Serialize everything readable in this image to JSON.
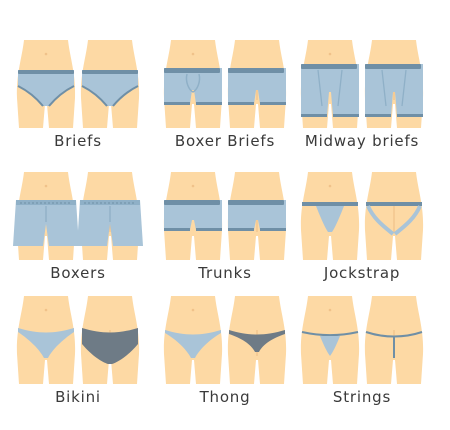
{
  "colors": {
    "skin": "#fdd9a4",
    "skin_shade": "#f0c28a",
    "fabric": "#a9c4d8",
    "fabric_dark": "#6f8fa6",
    "fabric_shade": "#8fb0c7",
    "bikini_back": "#6e7b86",
    "text": "#3a3a3a"
  },
  "styles": [
    {
      "name": "Briefs",
      "icon": "briefs-icon"
    },
    {
      "name": "Boxer Briefs",
      "icon": "boxer-briefs-icon"
    },
    {
      "name": "Midway briefs",
      "icon": "midway-briefs-icon"
    },
    {
      "name": "Boxers",
      "icon": "boxers-icon"
    },
    {
      "name": "Trunks",
      "icon": "trunks-icon"
    },
    {
      "name": "Jockstrap",
      "icon": "jockstrap-icon"
    },
    {
      "name": "Bikini",
      "icon": "bikini-icon"
    },
    {
      "name": "Thong",
      "icon": "thong-icon"
    },
    {
      "name": "Strings",
      "icon": "strings-icon"
    }
  ]
}
